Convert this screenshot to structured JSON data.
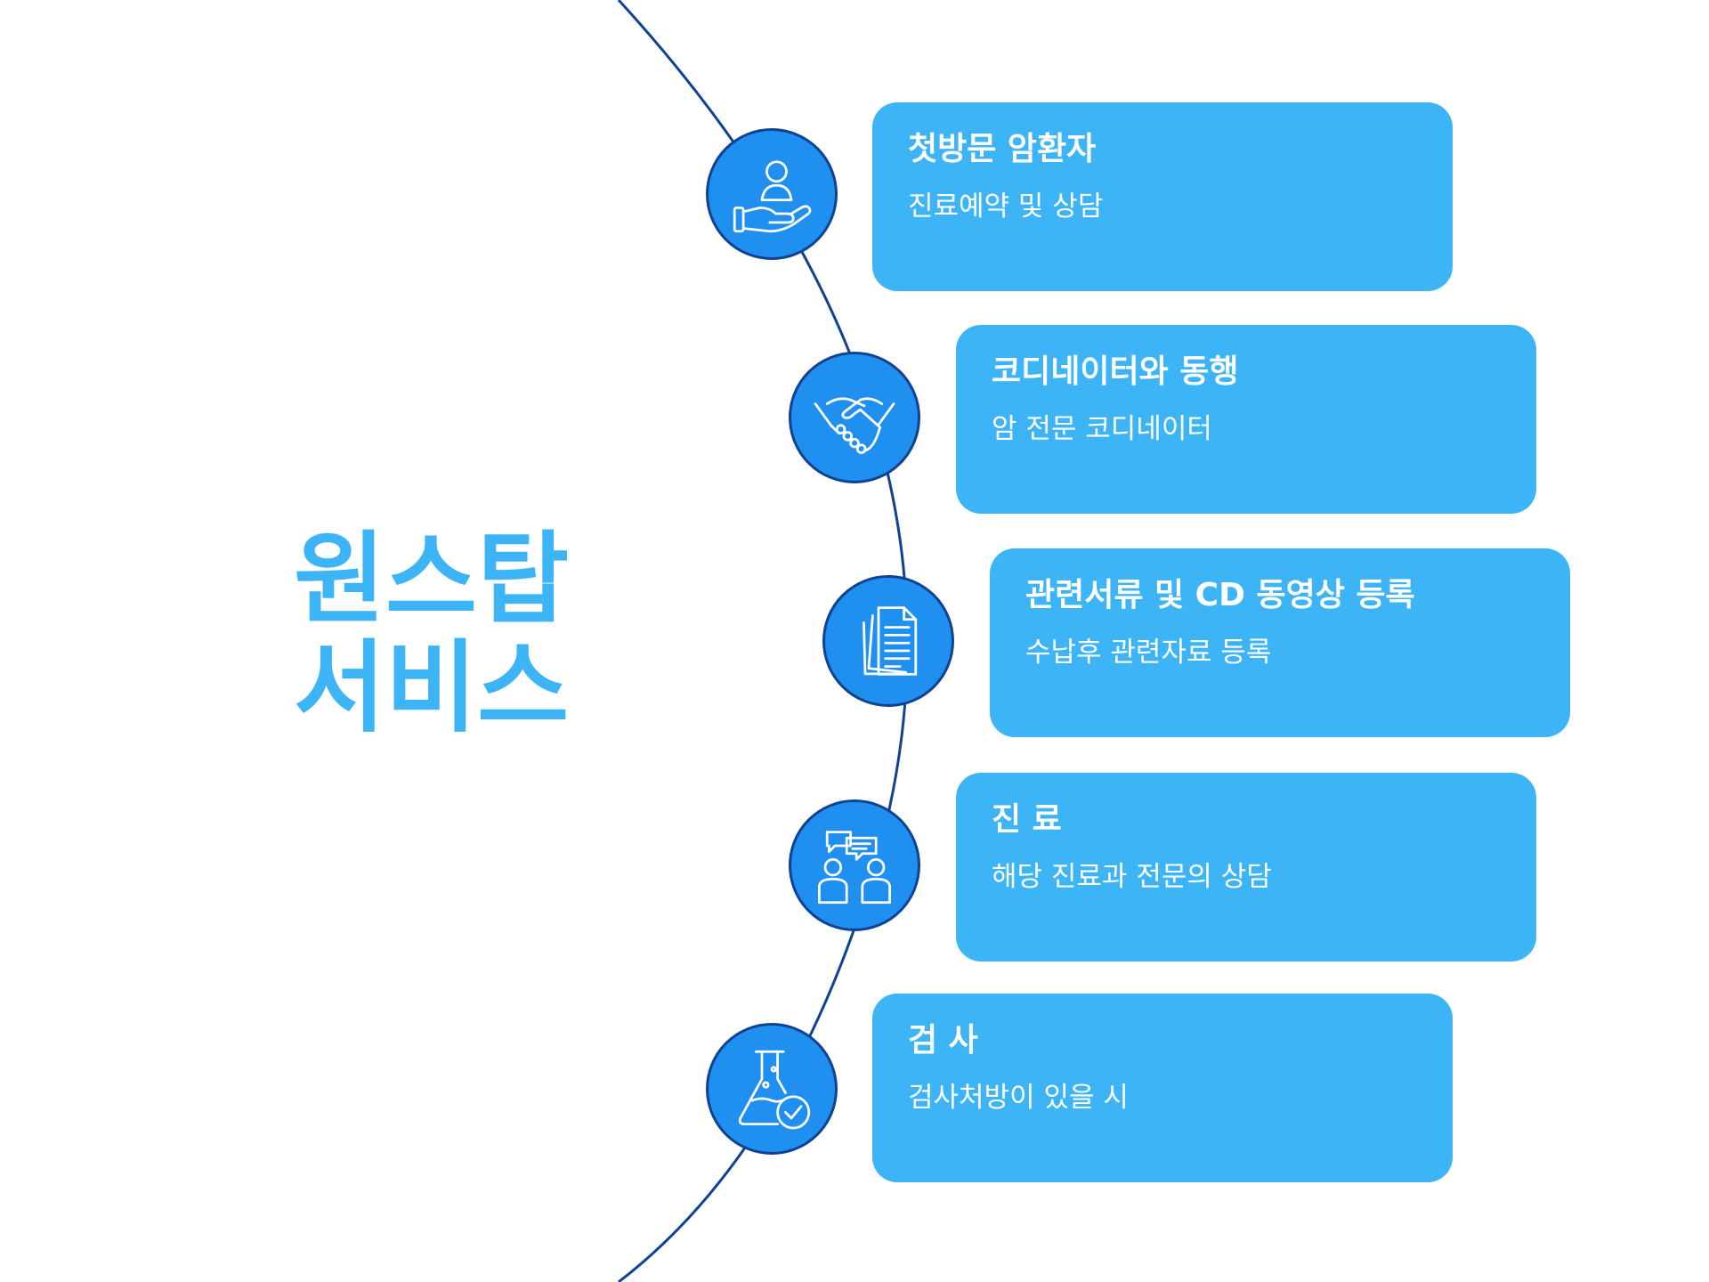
{
  "title": {
    "line1": "원스탑",
    "line2": "서비스"
  },
  "colors": {
    "accent": "#3cb4f6",
    "node_fill": "#1f8ff0",
    "outline": "#0f4392",
    "text_on_card": "#ffffff"
  },
  "steps": [
    {
      "heading": "첫방문 암환자",
      "detail": "진료예약 및 상담",
      "icon": "hand-holding-person-icon"
    },
    {
      "heading": "코디네이터와 동행",
      "detail": "암 전문 코디네이터",
      "icon": "handshake-icon"
    },
    {
      "heading": "관련서류 및 CD 동영상 등록",
      "detail": "수납후 관련자료 등록",
      "icon": "documents-icon"
    },
    {
      "heading": "진 료",
      "detail": "해당 진료과 전문의 상담",
      "icon": "consultation-icon"
    },
    {
      "heading": "검 사",
      "detail": "검사처방이 있을 시",
      "icon": "lab-flask-check-icon"
    }
  ]
}
